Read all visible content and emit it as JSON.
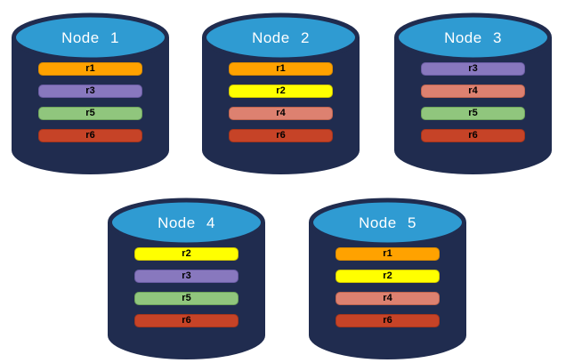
{
  "page": {
    "background": "#ffffff",
    "description": "Five database node cylinders showing replica placement"
  },
  "diagram": {
    "cylinder": {
      "body_color": "#202C4F",
      "top_color": "#2F9BD2",
      "title_color": "#ffffff",
      "bar_label_color": "#000000"
    },
    "replica_colors": {
      "r1": {
        "fill": "#FFA200",
        "border": "#D88A00"
      },
      "r2": {
        "fill": "#FFFF00",
        "border": "#CFC400"
      },
      "r3": {
        "fill": "#8878BE",
        "border": "#6A5CA3"
      },
      "r4": {
        "fill": "#DD8170",
        "border": "#C0654F"
      },
      "r5": {
        "fill": "#90C67D",
        "border": "#6FA55C"
      },
      "r6": {
        "fill": "#C64327",
        "border": "#A5351C"
      }
    },
    "nodes": [
      {
        "label": "Node 1",
        "replicas": [
          "r1",
          "r3",
          "r5",
          "r6"
        ]
      },
      {
        "label": "Node 2",
        "replicas": [
          "r1",
          "r2",
          "r4",
          "r6"
        ]
      },
      {
        "label": "Node 3",
        "replicas": [
          "r3",
          "r4",
          "r5",
          "r6"
        ]
      },
      {
        "label": "Node 4",
        "replicas": [
          "r2",
          "r3",
          "r5",
          "r6"
        ]
      },
      {
        "label": "Node 5",
        "replicas": [
          "r1",
          "r2",
          "r4",
          "r6"
        ]
      }
    ]
  }
}
